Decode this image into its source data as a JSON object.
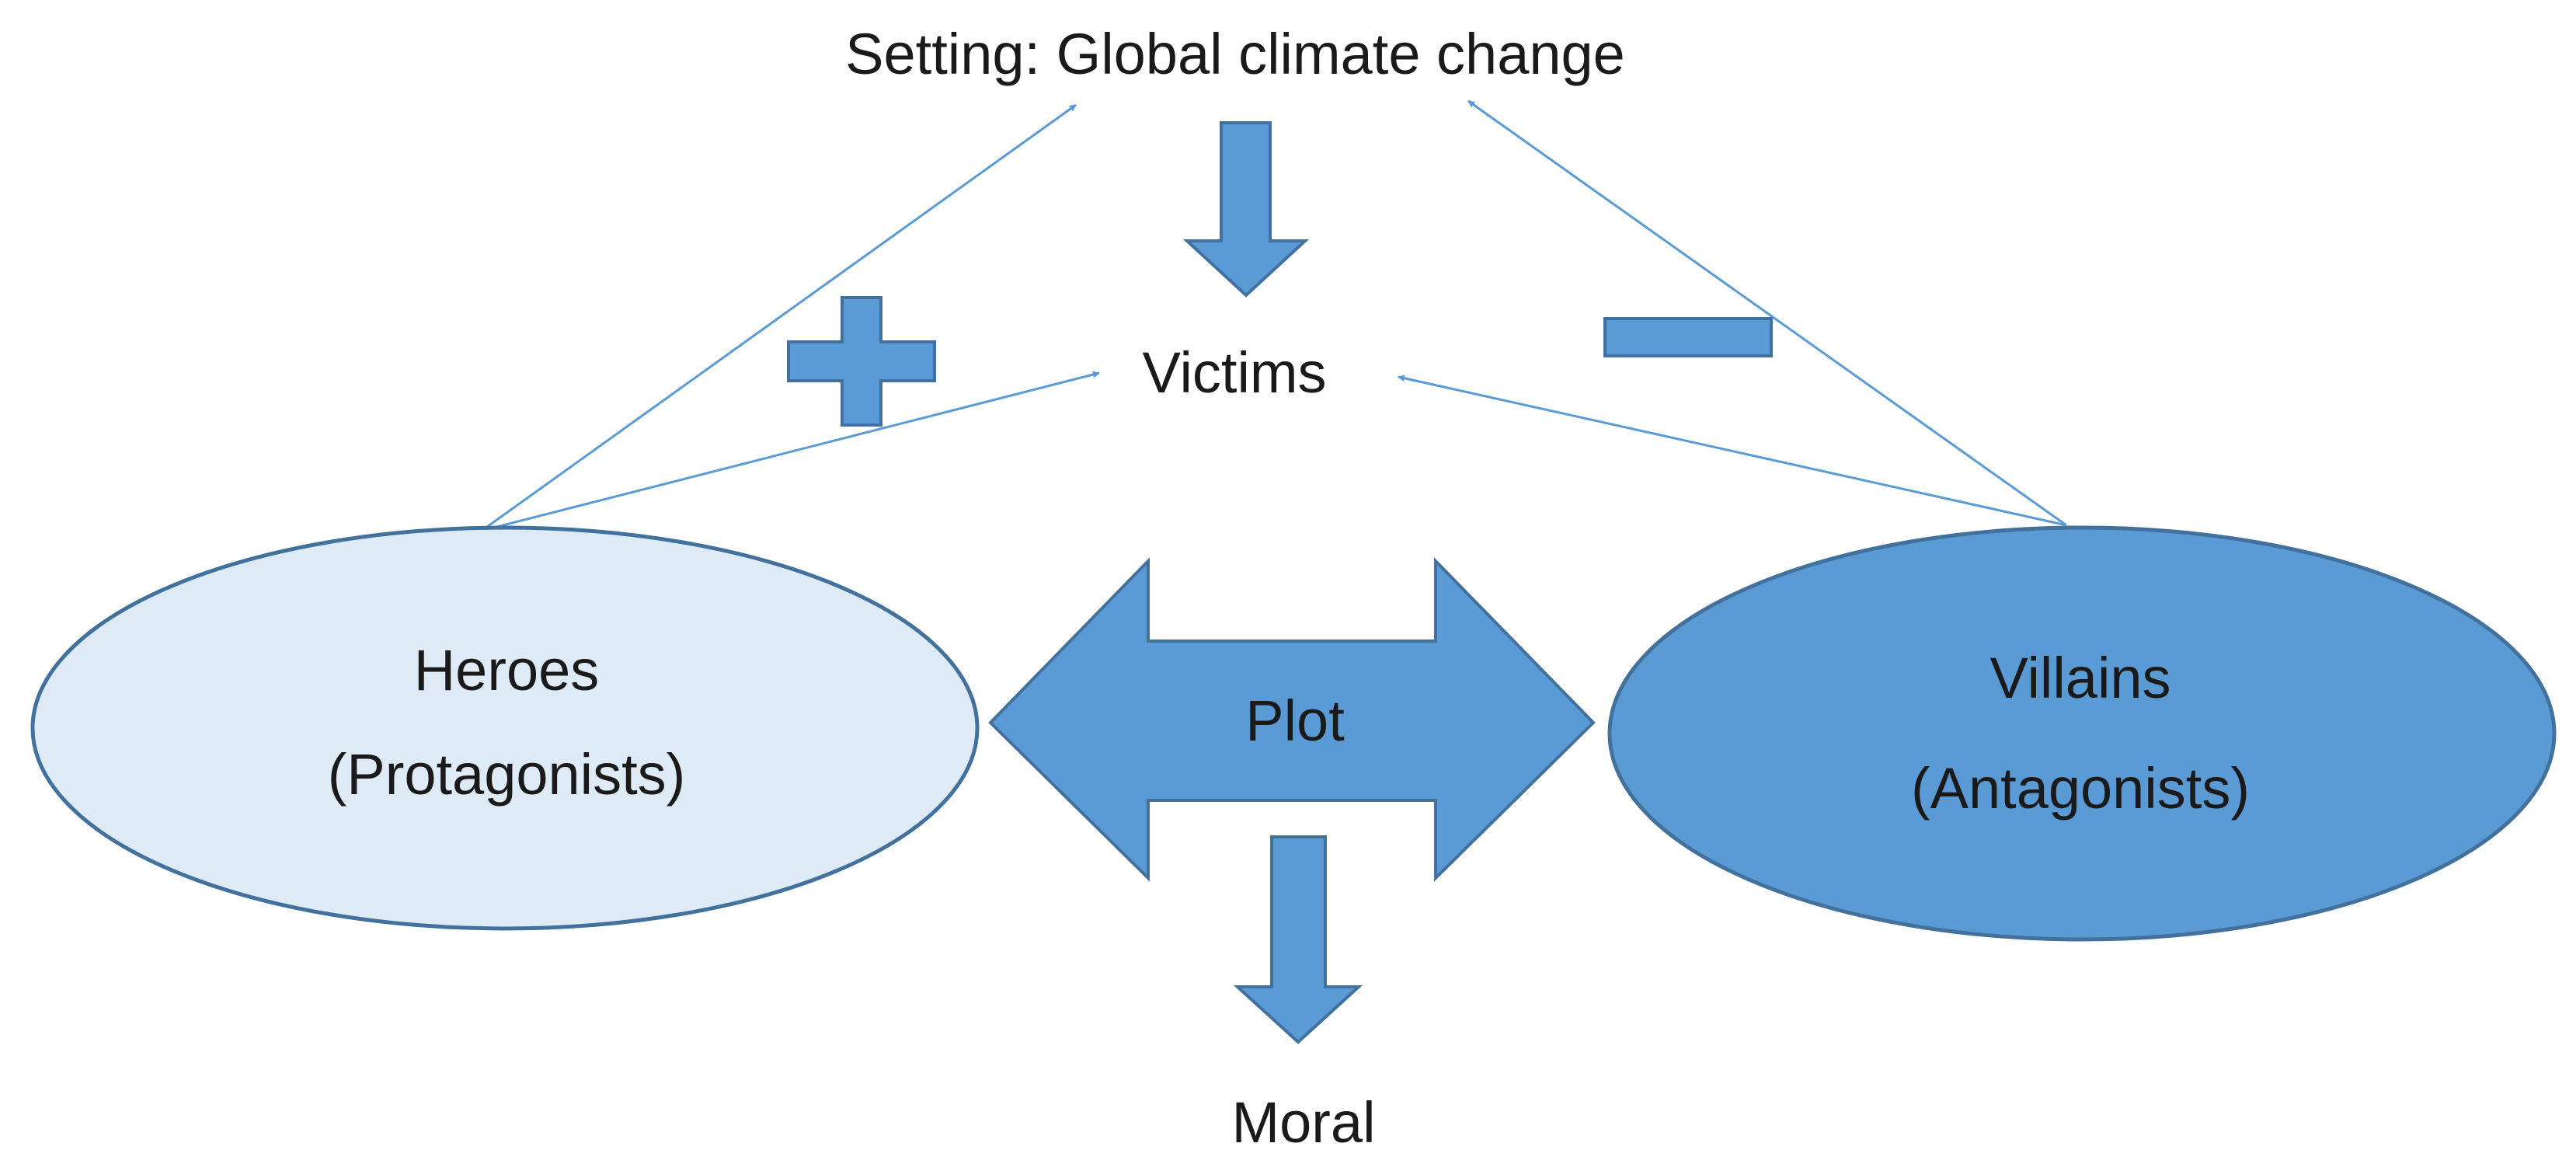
{
  "setting": {
    "label": "Setting: Global climate change"
  },
  "victims": {
    "label": "Victims"
  },
  "heroes": {
    "line1": "Heroes",
    "line2": "(Protagonists)"
  },
  "villains": {
    "line1": "Villains",
    "line2": "(Antagonists)"
  },
  "plot": {
    "label": "Plot"
  },
  "moral": {
    "label": "Moral"
  },
  "signs": {
    "positive": "plus-sign-icon",
    "negative": "minus-sign-icon"
  },
  "colors": {
    "shape_fill": "#5b9bd5",
    "shape_stroke": "#41719c",
    "hero_fill": "#deebf7",
    "connector": "#5b9bd5",
    "text": "#1a1a1a"
  }
}
